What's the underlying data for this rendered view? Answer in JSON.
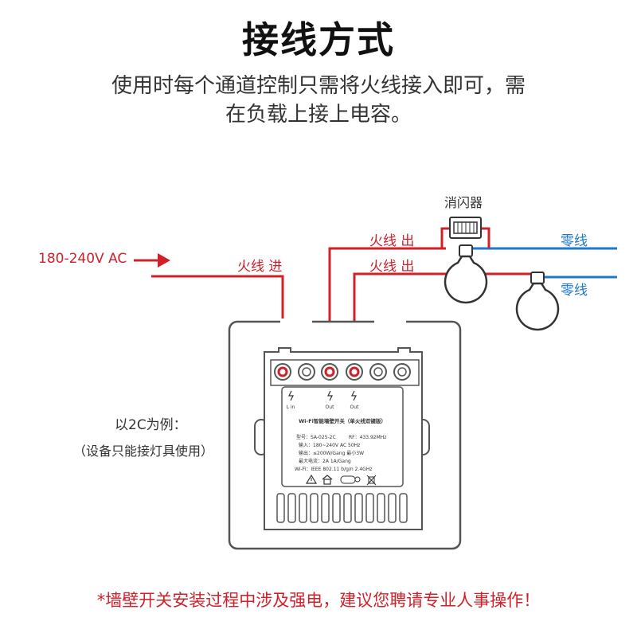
{
  "header": {
    "title": "接线方式",
    "subtitle_line1": "使用时每个通道控制只需将火线接入即可，需",
    "subtitle_line2": "在负载上接上电容。"
  },
  "wiring": {
    "input_voltage": "180-240V AC",
    "live_in": "火线  进",
    "live_out_1": "火线  出",
    "live_out_2": "火线  出",
    "capacitor": "消闪器",
    "neutral_1": "零线",
    "neutral_2": "零线"
  },
  "example": {
    "line1": "以2C为例：",
    "line2": "（设备只能接灯具使用）"
  },
  "product_label": {
    "heading": "Wi-Fi智能墙壁开关（单火线双键版）",
    "model": "型号：SA-025-2C",
    "rf": "RF：433.92MHz",
    "input": "输入：180~240V AC 50Hz",
    "output": "输出：≤200W/Gang  最小3W",
    "max_current": "最大电流：2A    1A/Gang",
    "wifi": "Wi-Fi：IEEE 802.11 b/g/n 2.4GHz",
    "term_lin": "L in",
    "term_out1": "Out",
    "term_out2": "Out"
  },
  "footer": {
    "warning": "*墙壁开关安装过程中涉及强电，建议您聘请专业人事操作！"
  },
  "colors": {
    "live_wire": "#d0202a",
    "neutral_wire": "#1f78c8",
    "device_outline": "#555555"
  }
}
